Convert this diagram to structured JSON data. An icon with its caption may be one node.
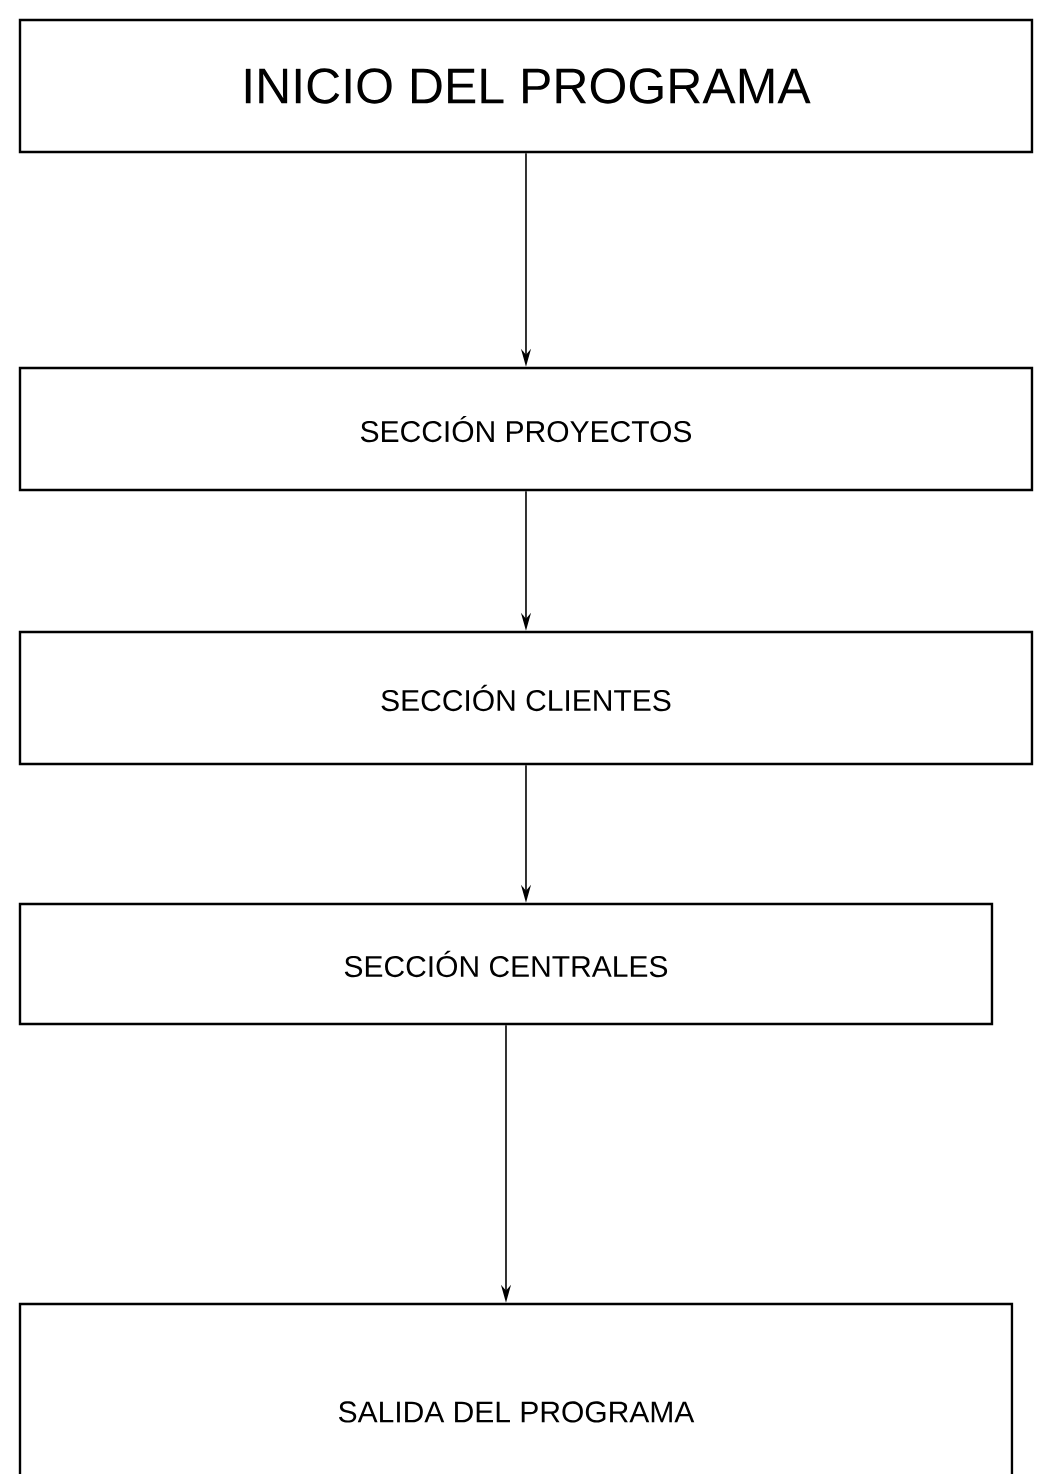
{
  "diagram": {
    "nodes": [
      {
        "text": [
          "INICIO DEL PROGRAMA"
        ]
      },
      {
        "text": [
          "SECCIÓN PROYECTOS"
        ]
      },
      {
        "text": [
          "SECCIÓN CLIENTES"
        ]
      },
      {
        "text": [
          "SECCIÓN CENTRALES"
        ]
      },
      {
        "text": [
          "SALIDA DEL PROGRAMA"
        ]
      }
    ],
    "edges": [
      {
        "from": 0,
        "to": 1,
        "arrow": "to"
      },
      {
        "from": 1,
        "to": 2,
        "arrow": "to"
      },
      {
        "from": 2,
        "to": 3,
        "arrow": "to"
      },
      {
        "from": 3,
        "to": 4,
        "arrow": "to"
      }
    ]
  }
}
